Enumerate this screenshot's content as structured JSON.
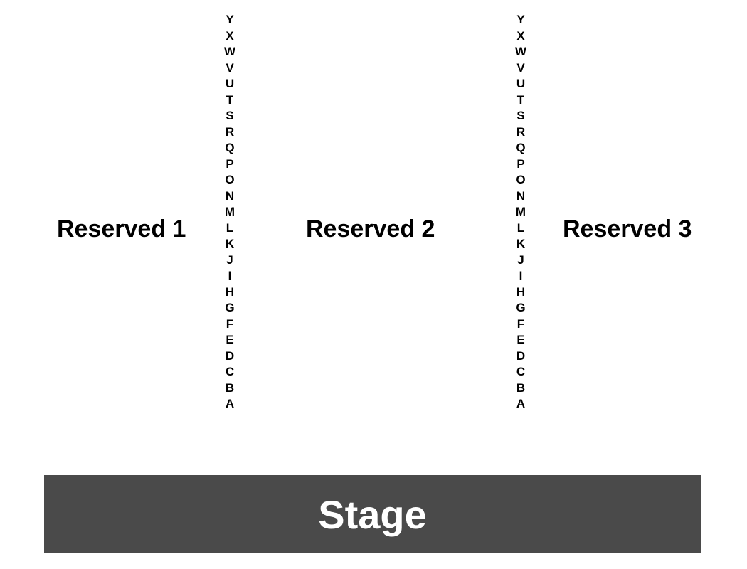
{
  "sections": {
    "reserved_1": "Reserved 1",
    "reserved_2": "Reserved 2",
    "reserved_3": "Reserved 3"
  },
  "rows": [
    "Y",
    "X",
    "W",
    "V",
    "U",
    "T",
    "S",
    "R",
    "Q",
    "P",
    "O",
    "N",
    "M",
    "L",
    "K",
    "J",
    "I",
    "H",
    "G",
    "F",
    "E",
    "D",
    "C",
    "B",
    "A"
  ],
  "stage": {
    "label": "Stage",
    "color": "#4a4a4a"
  }
}
